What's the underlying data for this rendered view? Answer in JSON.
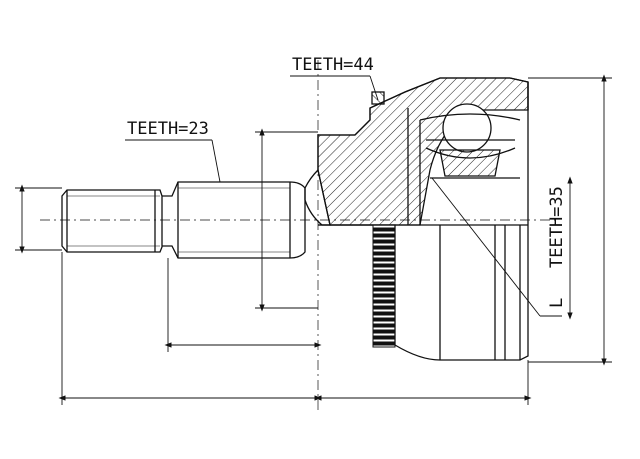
{
  "labels": {
    "teeth_outer": "TEETH=44",
    "teeth_shaft": "TEETH=23",
    "teeth_inner": "TEETH=35",
    "dimension_l": "L"
  },
  "colors": {
    "line": "#111111",
    "hatch": "#222222",
    "background": "#ffffff"
  }
}
